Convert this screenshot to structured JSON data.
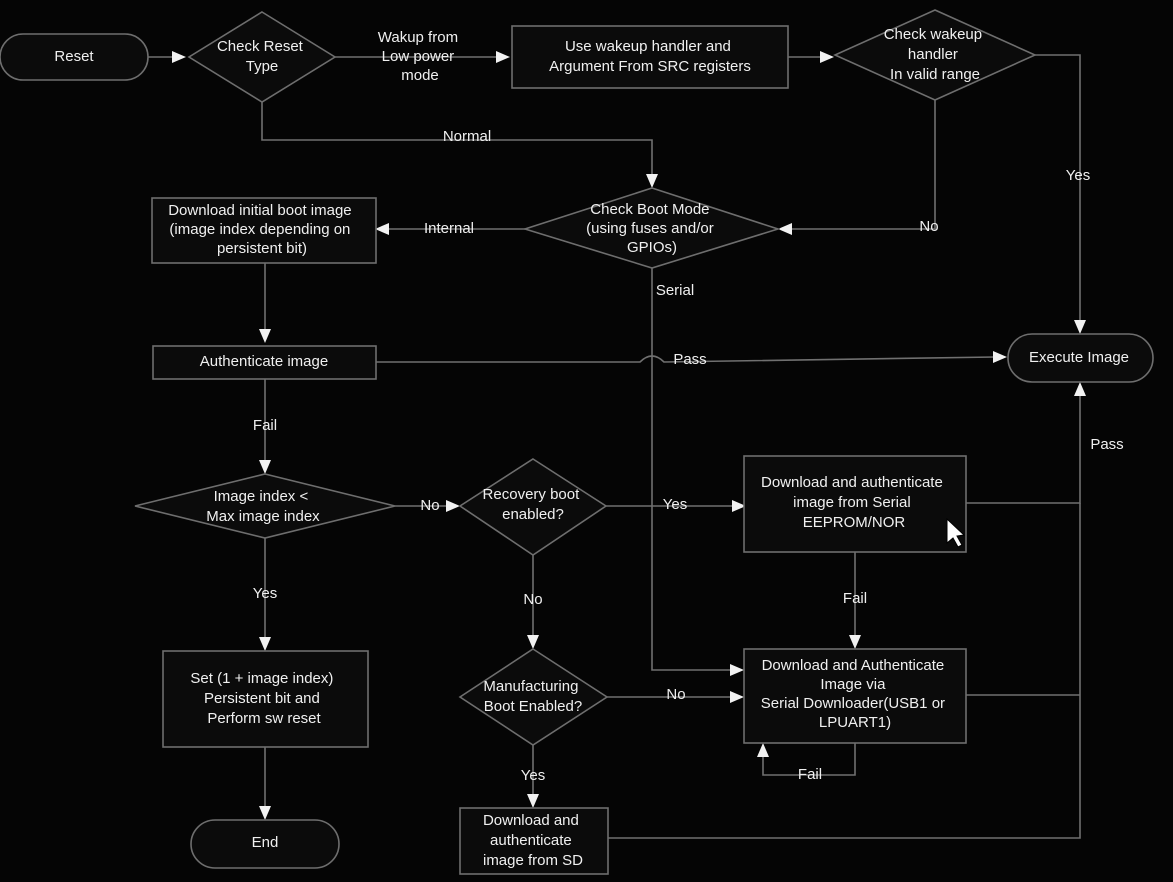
{
  "nodes": {
    "reset": [
      "Reset"
    ],
    "check_reset_type": [
      "Check Reset",
      "Type"
    ],
    "use_wakeup_handler": [
      "Use wakeup handler and",
      "Argument From SRC registers"
    ],
    "check_wakeup_handler": [
      "Check wakeup",
      "handler",
      "In valid range"
    ],
    "check_boot_mode": [
      "Check Boot Mode",
      "(using fuses and/or",
      "GPIOs)"
    ],
    "download_initial_boot_image": [
      "Download initial boot image",
      "(image index depending on",
      "persistent bit)"
    ],
    "authenticate_image": [
      "Authenticate image"
    ],
    "execute_image": [
      "Execute Image"
    ],
    "image_index_check": [
      "Image index <",
      "Max image index"
    ],
    "recovery_boot_enabled": [
      "Recovery boot",
      "enabled?"
    ],
    "download_serial_eeprom": [
      "Download and authenticate",
      "image from Serial",
      "EEPROM/NOR"
    ],
    "set_persistent_bit": [
      "Set (1 + image index)",
      "Persistent bit and",
      "Perform sw reset"
    ],
    "manufacturing_boot_enabled": [
      "Manufacturing",
      "Boot Enabled?"
    ],
    "download_serial_downloader": [
      "Download and Authenticate",
      "Image via",
      "Serial Downloader(USB1 or",
      "LPUART1)"
    ],
    "end": [
      "End"
    ],
    "download_sd": [
      "Download and",
      "authenticate",
      "image from SD"
    ]
  },
  "edge_labels": {
    "wakeup_from_low_power": [
      "Wakup from",
      "Low power",
      "mode"
    ],
    "normal": "Normal",
    "yes_wakeup_valid": "Yes",
    "no_wakeup_invalid": "No",
    "internal": "Internal",
    "serial": "Serial",
    "pass_auth": "Pass",
    "fail_auth": "Fail",
    "no_index": "No",
    "yes_recovery": "Yes",
    "pass_serial": "Pass",
    "yes_index": "Yes",
    "no_recovery": "No",
    "fail_eeprom": "Fail",
    "no_manufacturing": "No",
    "fail_downloader": "Fail",
    "yes_manufacturing": "Yes"
  },
  "colors": {
    "background": "#050505",
    "shape_fill": "#0b0b0b",
    "stroke": "#6e6e6e",
    "text": "#f0f0f0",
    "arrow": "#f2f2f2"
  }
}
